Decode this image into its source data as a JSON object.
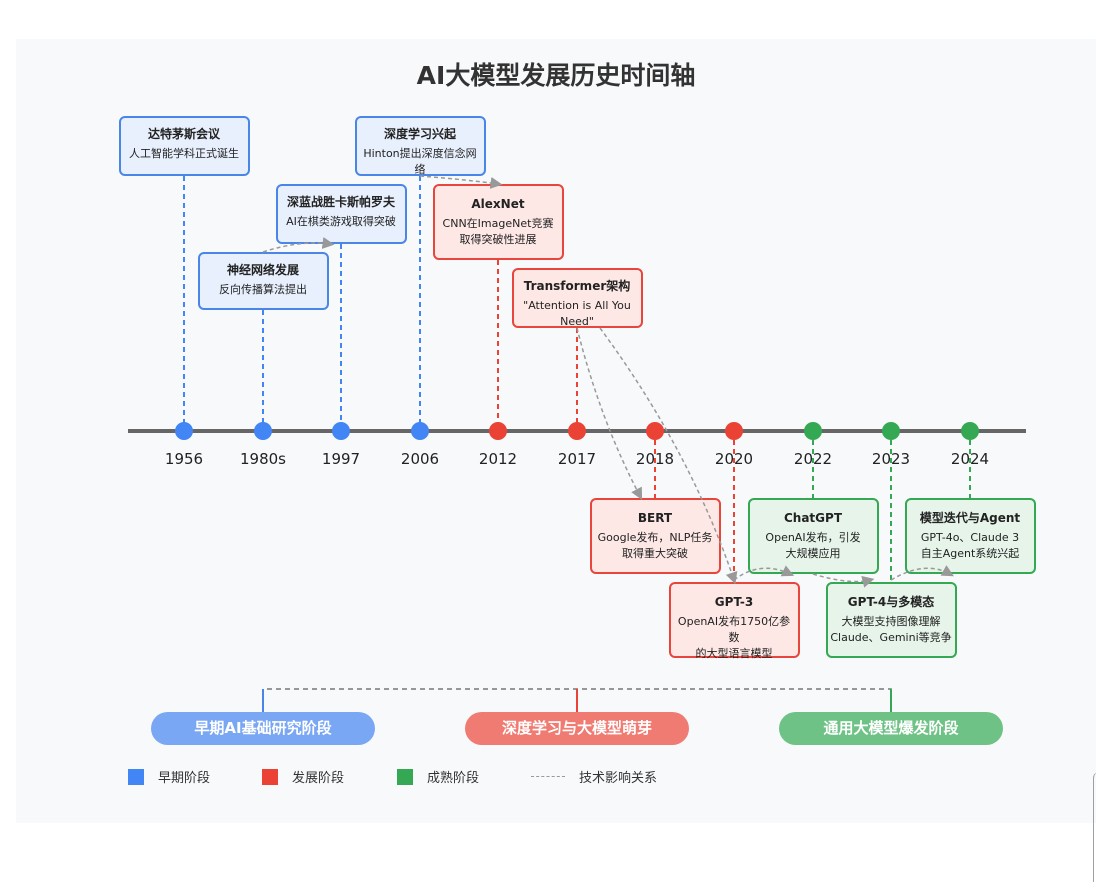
{
  "title": "AI大模型发展历史时间轴",
  "colors": {
    "early": "#4285f4",
    "development": "#ea4335",
    "mature": "#34a853",
    "axis": "#666666",
    "influence": "#999999"
  },
  "events": [
    {
      "year": "1956",
      "title": "达特茅斯会议",
      "desc": "人工智能学科正式诞生",
      "phase": "early"
    },
    {
      "year": "1980s",
      "title": "神经网络发展",
      "desc": "反向传播算法提出",
      "phase": "early"
    },
    {
      "year": "1997",
      "title": "深蓝战胜卡斯帕罗夫",
      "desc": "AI在棋类游戏取得突破",
      "phase": "early"
    },
    {
      "year": "2006",
      "title": "深度学习兴起",
      "desc": "Hinton提出深度信念网络",
      "phase": "early"
    },
    {
      "year": "2012",
      "title": "AlexNet",
      "desc": "CNN在ImageNet竞赛\n取得突破性进展",
      "phase": "development"
    },
    {
      "year": "2017",
      "title": "Transformer架构",
      "desc": "\"Attention is All You Need\"",
      "phase": "development"
    },
    {
      "year": "2018",
      "title": "BERT",
      "desc": "Google发布，NLP任务\n取得重大突破",
      "phase": "development"
    },
    {
      "year": "2020",
      "title": "GPT-3",
      "desc": "OpenAI发布1750亿参数\n的大型语言模型",
      "phase": "development"
    },
    {
      "year": "2022",
      "title": "ChatGPT",
      "desc": "OpenAI发布，引发\n大规模应用",
      "phase": "mature"
    },
    {
      "year": "2023",
      "title": "GPT-4与多模态",
      "desc": "大模型支持图像理解\nClaude、Gemini等竞争",
      "phase": "mature"
    },
    {
      "year": "2024",
      "title": "模型迭代与Agent",
      "desc": "GPT-4o、Claude 3\n自主Agent系统兴起",
      "phase": "mature"
    }
  ],
  "phases": [
    {
      "label": "早期AI基础研究阶段",
      "phase": "early"
    },
    {
      "label": "深度学习与大模型萌芽",
      "phase": "development"
    },
    {
      "label": "通用大模型爆发阶段",
      "phase": "mature"
    }
  ],
  "legend": [
    {
      "label": "早期阶段",
      "type": "swatch",
      "phase": "early"
    },
    {
      "label": "发展阶段",
      "type": "swatch",
      "phase": "development"
    },
    {
      "label": "成熟阶段",
      "type": "swatch",
      "phase": "mature"
    },
    {
      "label": "技术影响关系",
      "type": "dashed"
    }
  ]
}
